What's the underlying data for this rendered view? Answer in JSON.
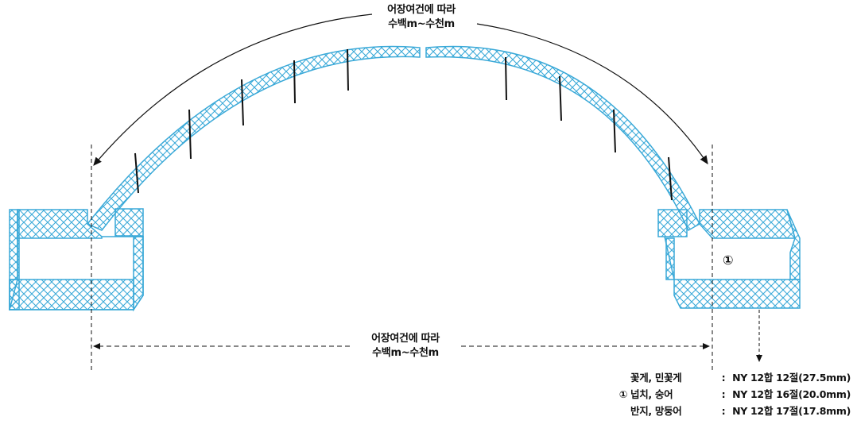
{
  "top_span": {
    "line1": "어장여건에 따라",
    "line2": "수백m~수천m"
  },
  "bottom_span": {
    "line1": "어장여건에 따라",
    "line2": "수백m~수천m"
  },
  "wing_marker": "①",
  "legend": [
    {
      "marker": "",
      "name": "꽃게, 민꽃게",
      "spec": "NY 12합 12절(27.5mm)"
    },
    {
      "marker": "①",
      "name": "넙치, 숭어",
      "spec": "NY 12합 16절(20.0mm)"
    },
    {
      "marker": "",
      "name": "반지, 망둥어",
      "spec": "NY 12합 17절(17.8mm)"
    }
  ],
  "colors": {
    "net": "#3aa9d8",
    "line": "#111111"
  }
}
